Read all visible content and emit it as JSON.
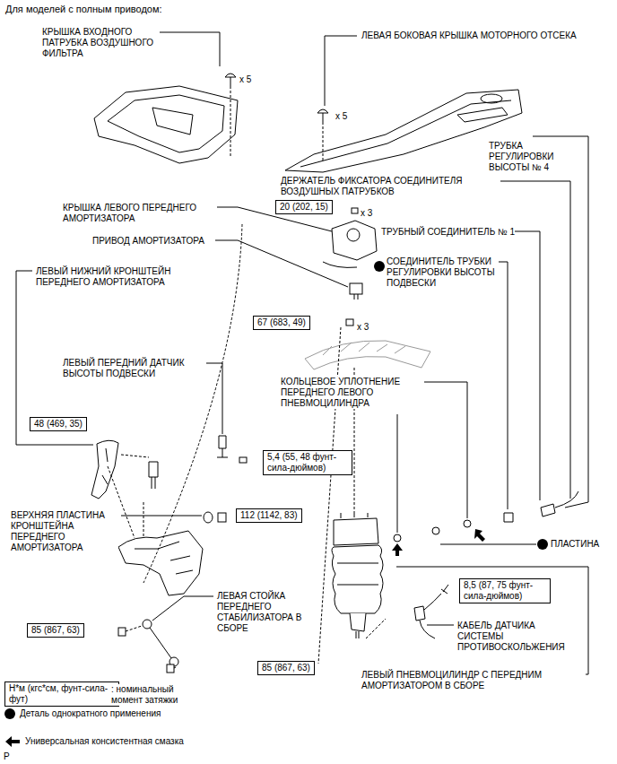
{
  "diagram": {
    "title": "Для моделей с полным приводом:",
    "nodes": [
      {
        "text": [
          "20 (202, 15)"
        ]
      },
      {
        "text": [
          "67 (683, 49)"
        ]
      },
      {
        "text": [
          "48 (469, 35)"
        ]
      },
      {
        "text": [
          "5,4 (55, 48 фунт-сила-дюймов)"
        ]
      },
      {
        "text": [
          "112 (1142, 83)"
        ]
      },
      {
        "text": [
          "8,5 (87, 75 фунт-сила-дюймов)"
        ]
      },
      {
        "text": [
          "85 (867, 63)"
        ]
      },
      {
        "text": [
          "85 (867, 63)"
        ]
      },
      {
        "text": [
          "Н*м (кгс*см, фунт-сила-фут)"
        ]
      }
    ],
    "labels": [
      "КРЫШКА ВХОДНОГО ПАТРУБКА ВОЗДУШНОГО ФИЛЬТРА",
      "x 5",
      "ЛЕВАЯ БОКОВАЯ КРЫШКА МОТОРНОГО ОТСЕКА",
      "x 5",
      "ТРУБКА РЕГУЛИРОВКИ ВЫСОТЫ № 4",
      "ДЕРЖАТЕЛЬ ФИКСАТОРА СОЕДИНИТЕЛЯ ВОЗДУШНЫХ ПАТРУБКОВ",
      "x 3",
      "КРЫШКА ЛЕВОГО ПЕРЕДНЕГО АМОРТИЗАТОРА",
      "ТРУБНЫЙ СОЕДИНИТЕЛЬ № 1",
      "ПРИВОД АМОРТИЗАТОРА",
      "СОЕДИНИТЕЛЬ ТРУБКИ РЕГУЛИРОВКИ ВЫСОТЫ ПОДВЕСКИ",
      "ЛЕВЫЙ НИЖНИЙ КРОНШТЕЙН ПЕРЕДНЕГО АМОРТИЗАТОРА",
      "x 3",
      "ЛЕВЫЙ ПЕРЕДНИЙ ДАТЧИК ВЫСОТЫ ПОДВЕСКИ",
      "КОЛЬЦЕВОЕ УПЛОТНЕНИЕ ПЕРЕДНЕГО ЛЕВОГО ПНЕВМОЦИЛИНДРА",
      "ВЕРХНЯЯ ПЛАСТИНА КРОНШТЕЙНА ПЕРЕДНЕГО АМОРТИЗАТОРА",
      "ПЛАСТИНА",
      "ЛЕВАЯ СТОЙКА ПЕРЕДНЕГО СТАБИЛИЗАТОРА В СБОРЕ",
      "КАБЕЛЬ ДАТЧИКА СИСТЕМЫ ПРОТИВОСКОЛЬЖЕНИЯ",
      "ЛЕВЫЙ ПНЕВМОЦИЛИНДР С ПЕРЕДНИМ АМОРТИЗАТОРОМ В СБОРЕ",
      "P"
    ],
    "legend": [
      {
        "text": ": номинальный момент затяжки"
      },
      {
        "text": "Деталь однократного применения"
      },
      {
        "text": "Универсальная консистентная смазка"
      }
    ]
  }
}
